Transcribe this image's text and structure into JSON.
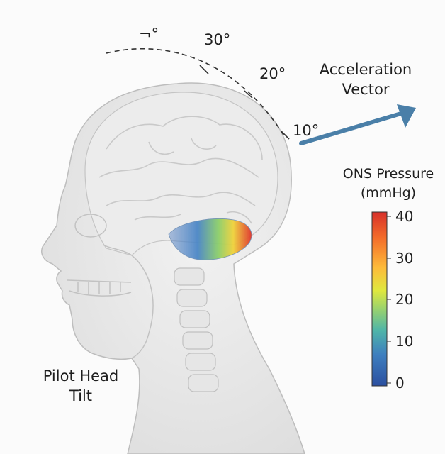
{
  "diagram": {
    "caption_line1": "Pilot Head",
    "caption_line2": "Tilt",
    "arrow_label_line1": "Acceleration",
    "arrow_label_line2": "Vector",
    "angle_labels": [
      "¬°",
      "30°",
      "20°",
      "10°"
    ]
  },
  "colorbar": {
    "title_line1": "ONS Pressure",
    "title_line2": "(mmHg)",
    "min": 0,
    "max": 40,
    "ticks": [
      "40",
      "30",
      "20",
      "10",
      "0"
    ],
    "colors": [
      "#d7302a",
      "#f46d2a",
      "#fdbb3a",
      "#e0e83e",
      "#9ed46a",
      "#4fb5a8",
      "#3e7fbf",
      "#2b4fa0"
    ]
  },
  "colors": {
    "arrow": "#4a7fa8",
    "outline": "#b5b5b5",
    "dashed_arc": "#333333"
  }
}
